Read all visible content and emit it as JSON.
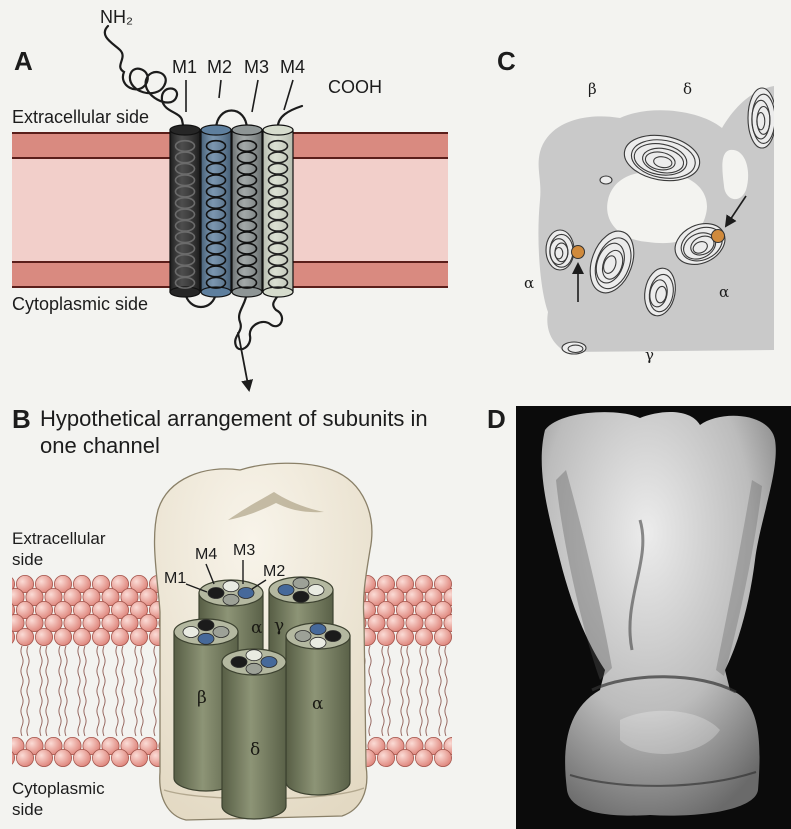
{
  "figure": {
    "panel_a": {
      "label": "A",
      "n_terminus": "NH₂",
      "c_terminus": "COOH",
      "segments": [
        "M1",
        "M2",
        "M3",
        "M4"
      ],
      "extracellular": "Extracellular side",
      "cytoplasmic": "Cytoplasmic side"
    },
    "panel_b": {
      "label": "B",
      "title": "Hypothetical arrangement of subunits in one channel",
      "extracellular": "Extracellular side",
      "cytoplasmic": "Cytoplasmic side",
      "segments": [
        "M1",
        "M2",
        "M3",
        "M4"
      ],
      "subunits": [
        "α",
        "γ",
        "β",
        "δ",
        "α"
      ]
    },
    "panel_c": {
      "label": "C",
      "subunits": [
        "β",
        "δ",
        "α",
        "α",
        "γ"
      ]
    },
    "panel_d": {
      "label": "D"
    }
  },
  "colors": {
    "membrane_leaflet": "#d98a80",
    "membrane_core": "#f2cfca",
    "lipid_head": "#dc7d73",
    "m1": "#262626",
    "m2": "#5e7f9e",
    "m3": "#8e9595",
    "m4": "#d6dccd",
    "subunit_cylinder": "#8d9476",
    "receptor_body": "#e3d9c3",
    "density_map": "#c9c9c9",
    "marker": "#d08a3c",
    "panel_d_background": "#0b0b0b"
  }
}
